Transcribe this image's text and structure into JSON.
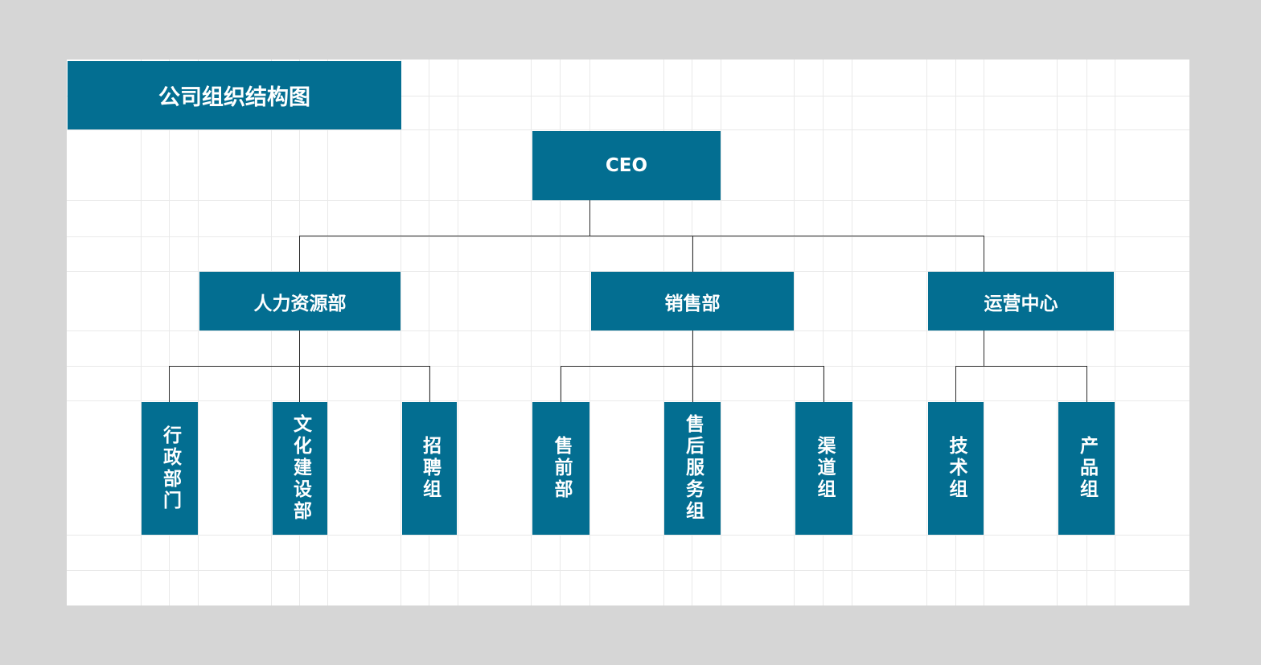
{
  "title": "公司组织结构图",
  "colors": {
    "background": "#d6d6d6",
    "sheet": "#ffffff",
    "box_fill": "#036e91",
    "box_text": "#ffffff",
    "connector": "#2b2b2b",
    "grid": "#e9e9e9"
  },
  "root": {
    "label": "CEO"
  },
  "departments": [
    {
      "label": "人力资源部",
      "teams": [
        "行政部门",
        "文化建设部",
        "招聘组"
      ]
    },
    {
      "label": "销售部",
      "teams": [
        "售前部",
        "售后服务组",
        "渠道组"
      ]
    },
    {
      "label": "运营中心",
      "teams": [
        "技术组",
        "产品组"
      ]
    }
  ]
}
